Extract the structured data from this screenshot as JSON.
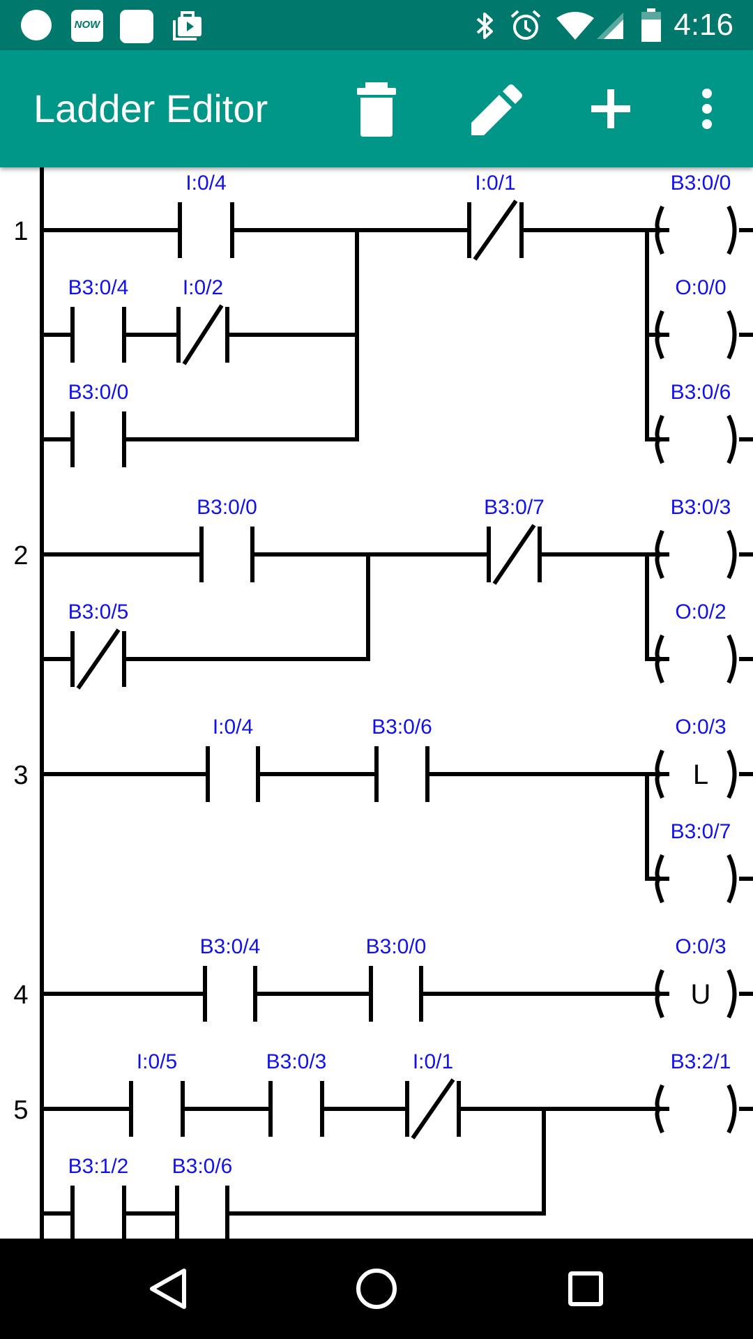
{
  "status_bar": {
    "time": "4:16",
    "notification_icons": [
      "circle-icon",
      "now-icon",
      "square-icon",
      "briefcase-play-icon"
    ],
    "now_icon_text": "NOW",
    "system_icons": [
      "bluetooth-icon",
      "alarm-icon",
      "wifi-icon",
      "signal-icon",
      "battery-icon"
    ]
  },
  "app_bar": {
    "title": "Ladder Editor",
    "actions": [
      "delete-icon",
      "edit-icon",
      "add-icon",
      "more-vert-icon"
    ]
  },
  "ladder": {
    "rungs": [
      {
        "number": "1",
        "branches": [
          {
            "contacts": [
              {
                "label": "I:0/4",
                "type": "no"
              },
              {
                "label": "I:0/1",
                "type": "nc"
              }
            ]
          },
          {
            "contacts": [
              {
                "label": "B3:0/4",
                "type": "no"
              },
              {
                "label": "I:0/2",
                "type": "nc"
              }
            ]
          },
          {
            "contacts": [
              {
                "label": "B3:0/0",
                "type": "no"
              }
            ]
          }
        ],
        "coils": [
          {
            "label": "B3:0/0",
            "letter": ""
          },
          {
            "label": "O:0/0",
            "letter": ""
          },
          {
            "label": "B3:0/6",
            "letter": ""
          }
        ]
      },
      {
        "number": "2",
        "branches": [
          {
            "contacts": [
              {
                "label": "B3:0/0",
                "type": "no"
              },
              {
                "label": "B3:0/7",
                "type": "nc"
              }
            ]
          },
          {
            "contacts": [
              {
                "label": "B3:0/5",
                "type": "nc"
              }
            ]
          }
        ],
        "coils": [
          {
            "label": "B3:0/3",
            "letter": ""
          },
          {
            "label": "O:0/2",
            "letter": ""
          }
        ]
      },
      {
        "number": "3",
        "branches": [
          {
            "contacts": [
              {
                "label": "I:0/4",
                "type": "no"
              },
              {
                "label": "B3:0/6",
                "type": "no"
              }
            ]
          }
        ],
        "coils": [
          {
            "label": "O:0/3",
            "letter": "L"
          },
          {
            "label": "B3:0/7",
            "letter": ""
          }
        ]
      },
      {
        "number": "4",
        "branches": [
          {
            "contacts": [
              {
                "label": "B3:0/4",
                "type": "no"
              },
              {
                "label": "B3:0/0",
                "type": "no"
              }
            ]
          }
        ],
        "coils": [
          {
            "label": "O:0/3",
            "letter": "U"
          }
        ]
      },
      {
        "number": "5",
        "branches": [
          {
            "contacts": [
              {
                "label": "I:0/5",
                "type": "no"
              },
              {
                "label": "B3:0/3",
                "type": "no"
              },
              {
                "label": "I:0/1",
                "type": "nc"
              }
            ]
          },
          {
            "contacts": [
              {
                "label": "B3:1/2",
                "type": "no"
              },
              {
                "label": "B3:0/6",
                "type": "no"
              }
            ]
          }
        ],
        "coils": [
          {
            "label": "B3:2/1",
            "letter": ""
          }
        ]
      }
    ]
  },
  "nav_bar": {
    "buttons": [
      "back-icon",
      "home-icon",
      "recents-icon"
    ]
  },
  "colors": {
    "status_bar": "#00786b",
    "app_bar": "#009688",
    "label": "#1111ee",
    "wire": "#000000",
    "nav_bar": "#000000"
  }
}
